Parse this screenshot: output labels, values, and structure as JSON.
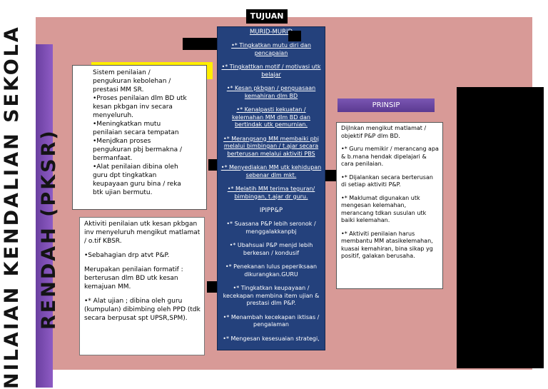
{
  "title": {
    "line1": "NILAIAN KENDALIAN SEKOLA",
    "line2": "RENDAH (PKSR)"
  },
  "tujuan": {
    "label": "TUJUAN",
    "heading": "MURID-MURID",
    "murid_items": [
      "•* Tingkatkan mutu diri dan pencapaian",
      "•* Tingkattkan motif / motivasi utk belajar",
      "•* Kesan pkbgan / penguasaan kemahiran dlm BD",
      "•* Kenalpasti kekuatan / kelemahan MM dlm BD dan bertindak utk pemurnian.",
      "•* Merangsang MM membaiki pbj melalui bimbingan / t.ajar secara berterusan melalui aktiviti PBS",
      "•* Menyediakan MM utk kehidupan sebenar dlm mkt.",
      "•* Melatih MM terima teguran/ bimbingan, t.ajar dr guru."
    ],
    "ipipp_heading": "IPIPP&P",
    "ipipp_items": [
      "•* Suasana P&P lebih seronok / menggalakkanpbj",
      "•* Ubahsuai P&P menjd lebih berkesan / kondusif",
      "•* Penekanan lulus peperiksaan dikurangkan.GURU",
      "•* Tingkatkan keupayaan / kecekapan membina item ujian & prestasi dlm P&P.",
      "•* Menambah kecekapan iktisas / pengalaman",
      "•* Mengesan kesesuaian strategi,"
    ]
  },
  "box_top_left": {
    "lines": [
      "Sistem penilaian /",
      "pengukuran kebolehan /",
      "prestasi MM SR.",
      "•Proses penilaian dlm BD utk",
      "kesan pkbgan inv secara",
      "menyeluruh.",
      "•Meningkatkan mutu",
      "penilaian secara tempatan",
      "•Menjdkan proses",
      "pengukuran pbj bermakna /",
      "bermanfaat.",
      "•Alat penilaian dibina oleh",
      "guru dpt tingkatkan",
      "keupayaan guru bina / reka",
      "btk ujian bermutu."
    ]
  },
  "box_bottom_left": {
    "paragraphs": [
      "Aktiviti penilaian utk kesan pkbgan inv menyeluruh mengikut matlamat / o.tif KBSR.",
      "•Sebahagian drp atvt P&P.",
      "Merupakan penilaian formatif : berterusan dlm BD utk kesan kemajuan MM.",
      "•* Alat ujian ; dibina oleh guru (kumpulan) dibimbing oleh PPD (tdk secara berpusat spt UPSR,SPM)."
    ]
  },
  "prinsip": {
    "label": "PRINSIP",
    "paragraphs": [
      "Dijlnkan mengikut matlamat / objektif P&P dlm BD.",
      "•* Guru memikir / merancang apa & b.mana hendak dipelajari & cara penilaian.",
      "•* Dijalankan secara berterusan di setiap aktiviti P&P.",
      "•* Maklumat digunakan utk mengesan kelemahan, merancang tdkan susulan utk baiki kelemahan.",
      "•* Aktiviti penilaian harus membantu MM atasikelemahan, kuasai kemahiran, bina sikap yg positif, galakan berusaha."
    ]
  },
  "colors": {
    "background_panel": "#d89a97",
    "center_column": "#24417c",
    "purple_accent": "#7a56b3",
    "yellow_bar": "#ffee00"
  }
}
